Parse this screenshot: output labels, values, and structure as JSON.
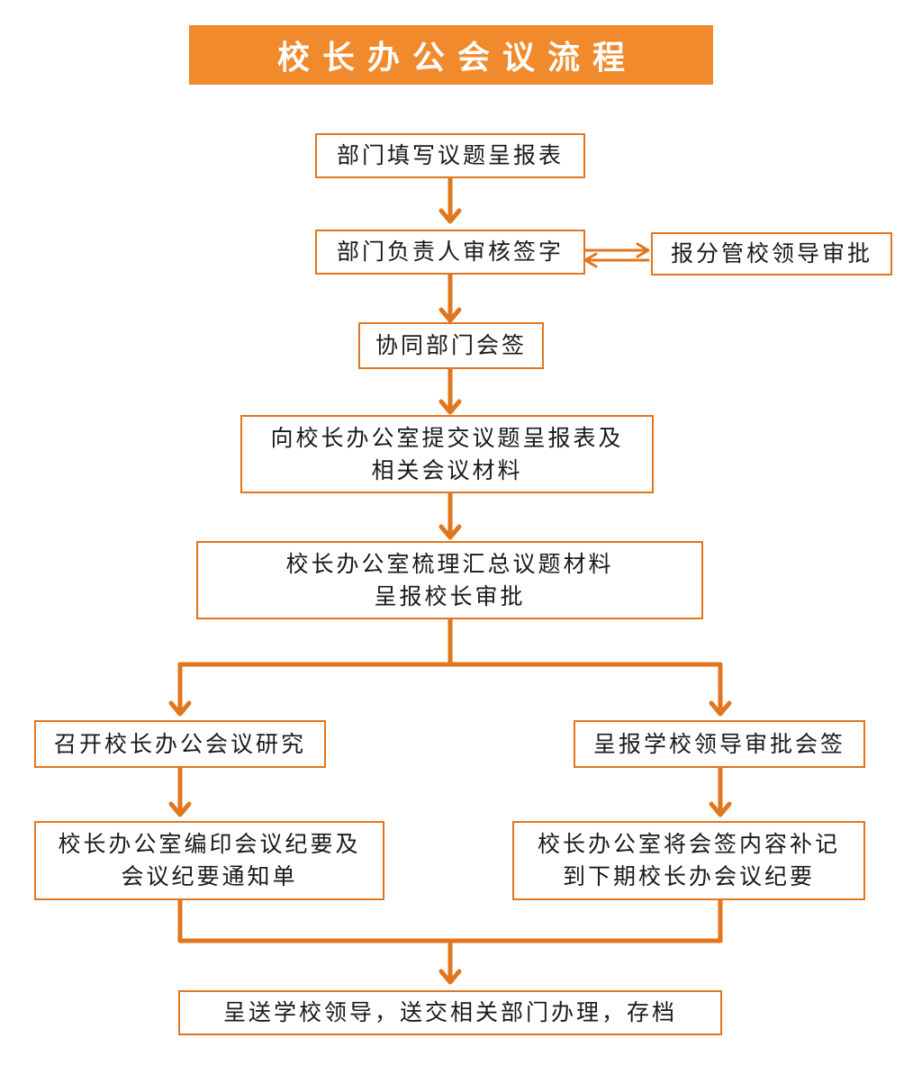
{
  "title": "校长办公会议流程",
  "colors": {
    "accent": "#f08a2c",
    "line": "#e2761e"
  },
  "steps": {
    "fill_form": "部门填写议题呈报表",
    "head_sign": "部门负责人审核签字",
    "leader_approve": "报分管校领导审批",
    "co_sign": "协同部门会签",
    "submit_line1": "向校长办公室提交议题呈报表及",
    "submit_line2": "相关会议材料",
    "sort_line1": "校长办公室梳理汇总议题材料",
    "sort_line2": "呈报校长审批",
    "hold_meeting": "召开校长办公会议研究",
    "report_leaders": "呈报学校领导审批会签",
    "minutes_line1": "校长办公室编印会议纪要及",
    "minutes_line2": "会议纪要通知单",
    "supplement_line1": "校长办公室将会签内容补记",
    "supplement_line2": "到下期校长办会议纪要",
    "final": "呈送学校领导，送交相关部门办理，存档"
  }
}
